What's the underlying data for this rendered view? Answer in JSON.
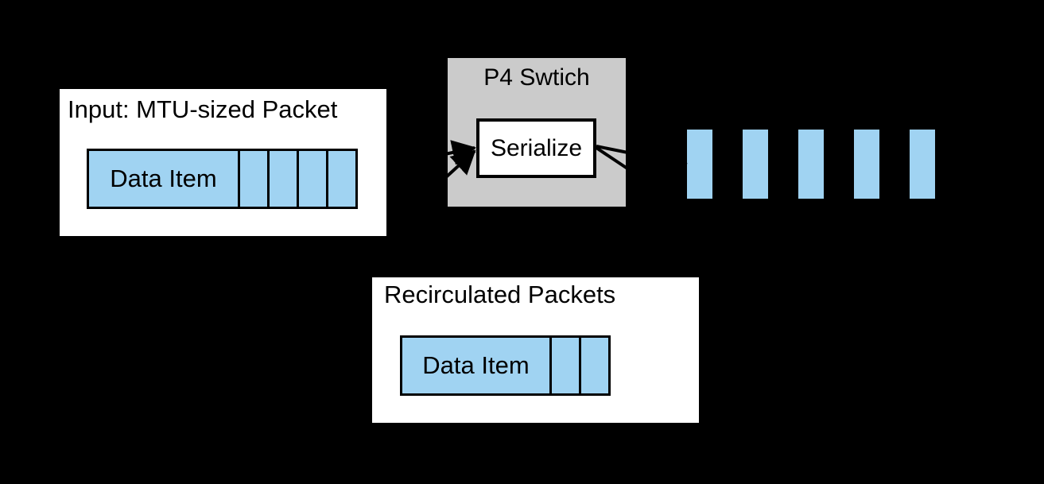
{
  "diagram": {
    "background": "#000000",
    "colors": {
      "packet_fill": "#A0D3F2",
      "switch_fill": "#CBCBCB",
      "box_fill": "#FFFFFF",
      "stroke": "#000000"
    },
    "input_packet": {
      "title": "Input: MTU-sized Packet",
      "data_item_label": "Data Item",
      "empty_segment_count": 4
    },
    "p4_switch": {
      "title": "P4 Swtich",
      "serialize_label": "Serialize"
    },
    "output_packets": {
      "count": 5
    },
    "recirculated": {
      "title": "Recirculated Packets",
      "data_item_label": "Data Item",
      "empty_segment_count": 2
    }
  }
}
